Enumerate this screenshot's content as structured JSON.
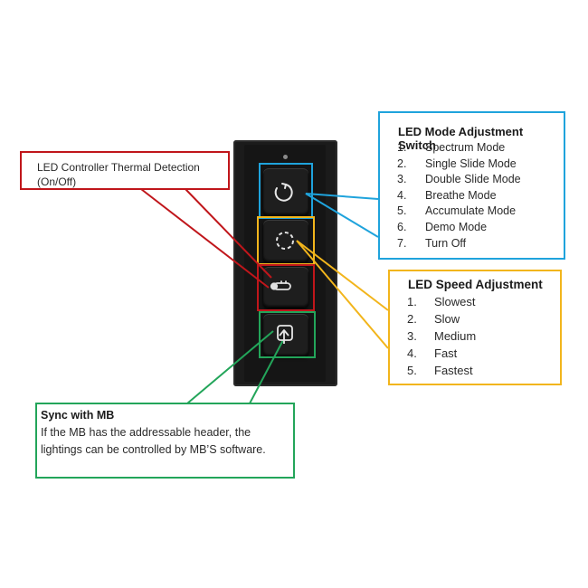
{
  "colors": {
    "mode": "#1fa3dc",
    "speed": "#f2b51c",
    "thermal": "#c0161b",
    "sync": "#23a55a",
    "device": "#1b1b1b"
  },
  "icons": {
    "mode_button": "circular-arrow-icon",
    "speed_button": "dashed-circle-icon",
    "thermal_button": "thermometer-icon",
    "sync_button": "sync-arrow-icon"
  },
  "mode_callout": {
    "title": "LED Mode Adjustment Switch",
    "items": [
      {
        "num": "1.",
        "label": "Spectrum Mode"
      },
      {
        "num": "2.",
        "label": "Single Slide Mode"
      },
      {
        "num": "3.",
        "label": "Double Slide Mode"
      },
      {
        "num": "4.",
        "label": "Breathe Mode"
      },
      {
        "num": "5.",
        "label": "Accumulate Mode"
      },
      {
        "num": "6.",
        "label": "Demo Mode"
      },
      {
        "num": "7.",
        "label": "Turn Off"
      }
    ]
  },
  "speed_callout": {
    "title": "LED Speed Adjustment",
    "items": [
      {
        "num": "1.",
        "label": "Slowest"
      },
      {
        "num": "2.",
        "label": "Slow"
      },
      {
        "num": "3.",
        "label": "Medium"
      },
      {
        "num": "4.",
        "label": "Fast"
      },
      {
        "num": "5.",
        "label": "Fastest"
      }
    ]
  },
  "thermal_callout": {
    "text": "LED Controller Thermal Detection (On/Off)"
  },
  "sync_callout": {
    "title": "Sync with MB",
    "text": "If the MB has the addressable header, the lightings can be controlled by MB’S software."
  }
}
